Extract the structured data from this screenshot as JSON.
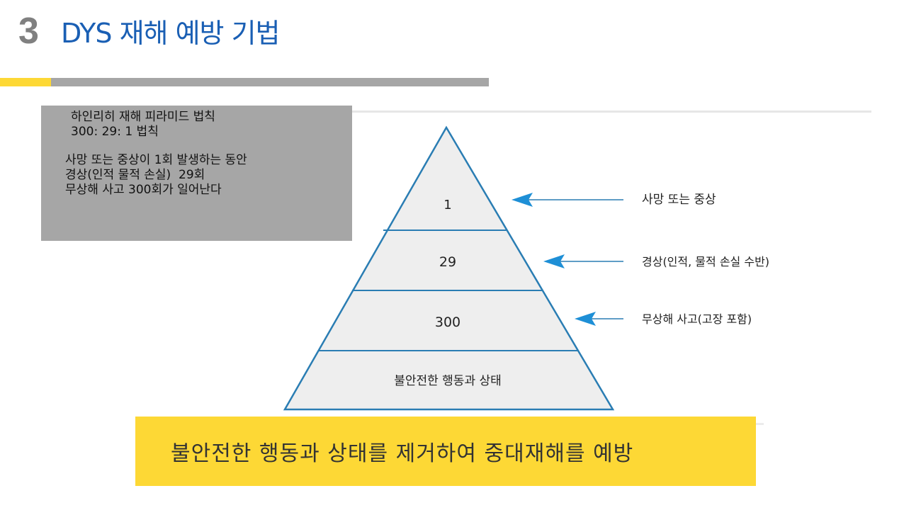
{
  "header": {
    "number": "3",
    "title": "DYS 재해 예방 기법"
  },
  "info_box": {
    "lines": [
      "하인리히 재해 피라미드 법칙",
      "300: 29: 1 법칙",
      "",
      "사망 또는 중상이 1회 발생하는 동안",
      "경상(인적 물적 손실)  29회",
      "무상해 사고 300회가 일어난다"
    ]
  },
  "pyramid": {
    "levels": [
      {
        "label": "1",
        "description": "사망 또는 중상"
      },
      {
        "label": "29",
        "description": "경상(인적, 물적 손실 수반)"
      },
      {
        "label": "300",
        "description": "무상해 사고(고장 포함)"
      },
      {
        "label": "불안전한 행동과 상태",
        "description": ""
      }
    ]
  },
  "banner": {
    "text": "불안전한 행동과 상태를 제거하여 중대재해를 예방"
  },
  "colors": {
    "title_blue": "#1a5fb4",
    "number_gray": "#808080",
    "accent_yellow": "#fdd835",
    "bar_gray": "#a6a6a6",
    "box_gray": "#a6a6a6",
    "pyramid_stroke": "#2a7db3",
    "pyramid_fill": "#eeeeee",
    "arrow_blue": "#1e8fd6"
  }
}
